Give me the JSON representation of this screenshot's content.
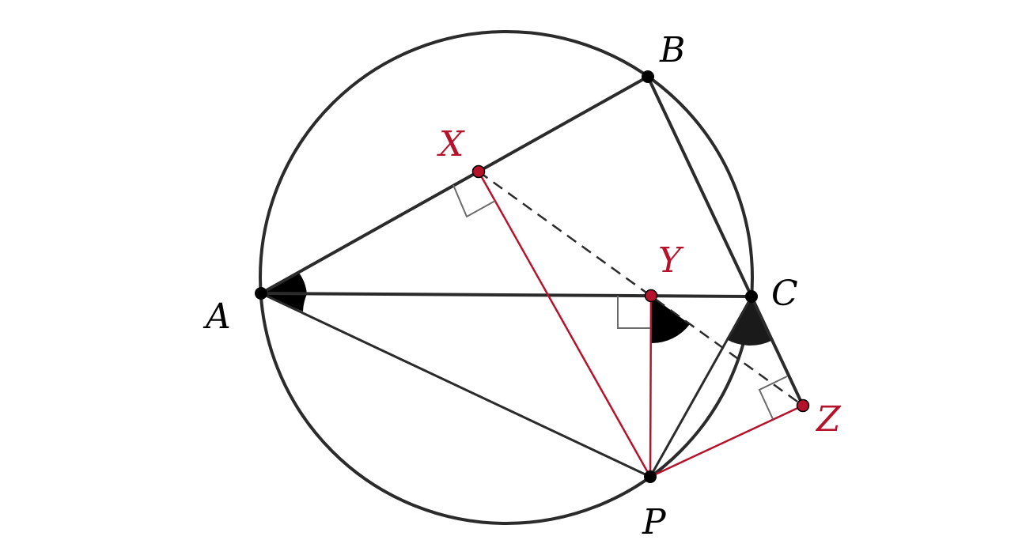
{
  "colors": {
    "ink": "#2b2b2b",
    "accent": "#b5132b",
    "right_angle_mark": "#6b6b6b",
    "point_fill": "#000000"
  },
  "labels": {
    "A": "A",
    "B": "B",
    "C": "C",
    "P": "P",
    "X": "X",
    "Y": "Y",
    "Z": "Z"
  }
}
